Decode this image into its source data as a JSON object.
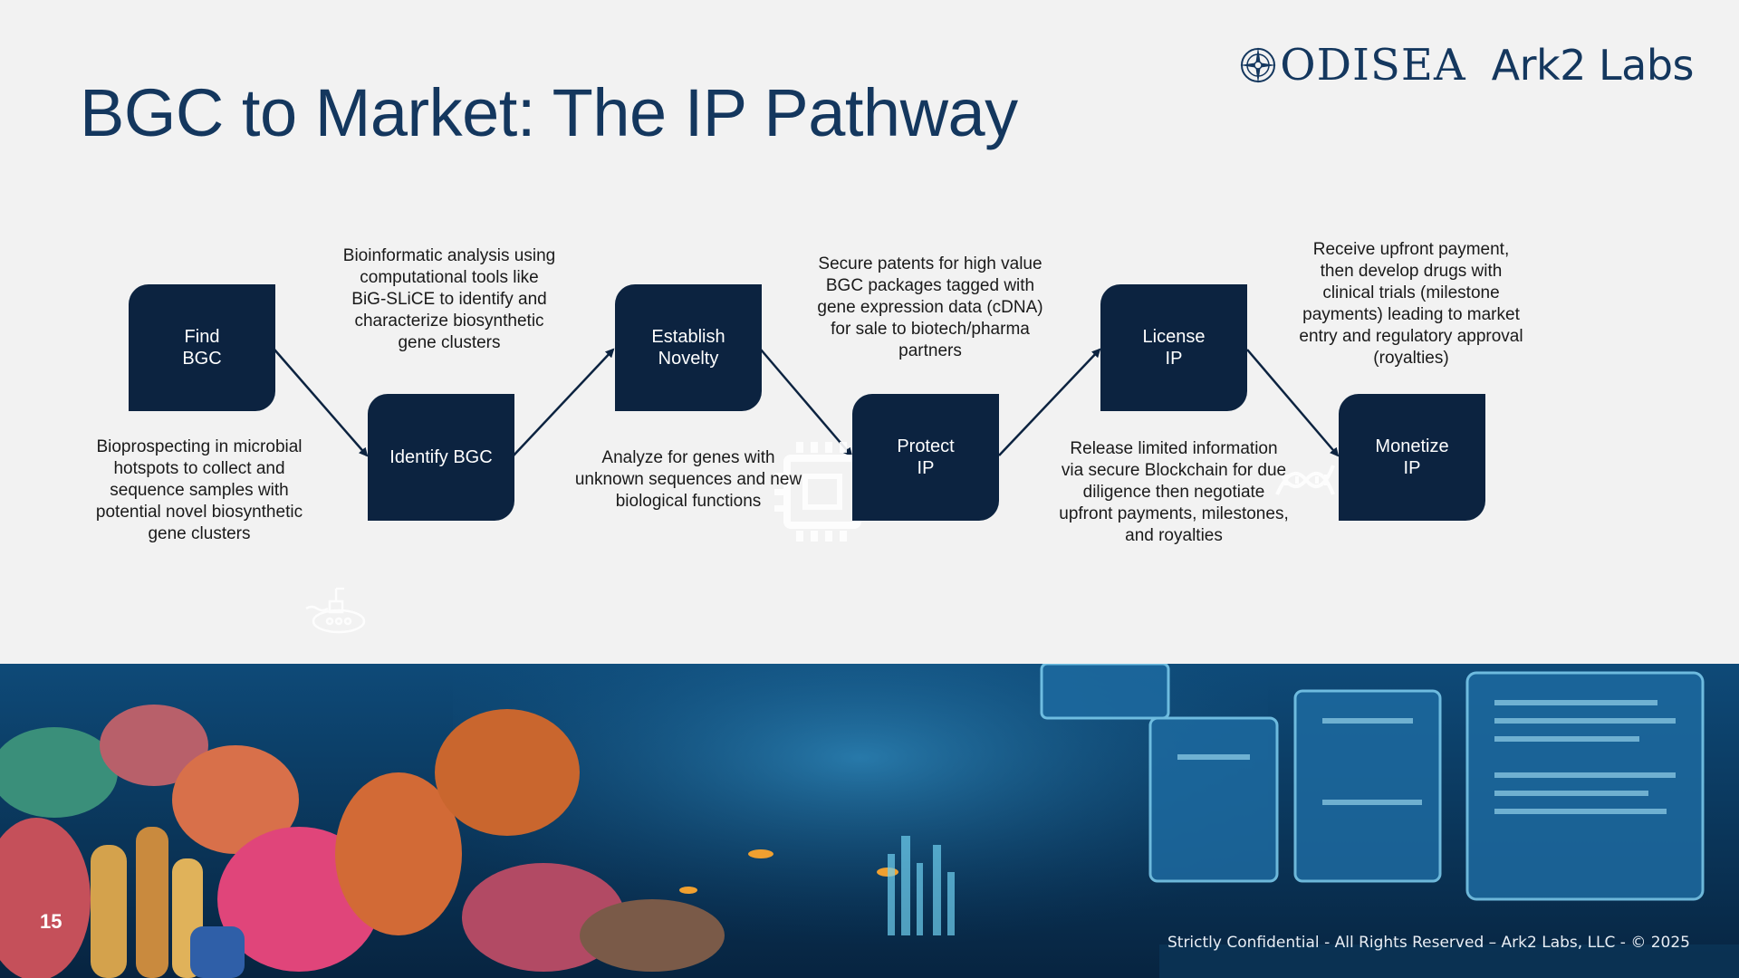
{
  "title": "BGC to Market: The IP Pathway",
  "logos": {
    "left": "ODISEA",
    "right": "Ark2 Labs"
  },
  "steps": [
    {
      "label": "Find\nBGC",
      "desc": "Bioprospecting in microbial\nhotspots to collect and\nsequence samples with\npotential novel biosynthetic\ngene clusters"
    },
    {
      "label": "Identify BGC",
      "desc": "Bioinformatic analysis using\ncomputational tools like\nBiG-SLiCE to identify and\ncharacterize biosynthetic\ngene clusters"
    },
    {
      "label": "Establish\nNovelty",
      "desc": "Analyze for genes with\nunknown sequences and new\nbiological functions"
    },
    {
      "label": "Protect\nIP",
      "desc": "Secure patents for high value\nBGC packages tagged with\ngene expression data (cDNA)\nfor sale to biotech/pharma\npartners"
    },
    {
      "label": "License\nIP",
      "desc": "Release limited information\nvia secure Blockchain for due\ndiligence then negotiate\nupfront payments, milestones,\nand royalties"
    },
    {
      "label": "Monetize\nIP",
      "desc": "Receive upfront payment,\nthen develop drugs with\nclinical trials (milestone\npayments) leading to market\nentry and regulatory approval\n(royalties)"
    }
  ],
  "footer": {
    "page_number": "15",
    "confidential": "Strictly Confidential - All Rights Reserved – Ark2 Labs, LLC -  © 2025"
  },
  "colors": {
    "title": "#14375e",
    "box": "#0c2340",
    "background": "#f2f2f2"
  },
  "icons": [
    "compass-logo-icon",
    "submarine-icon",
    "chip-icon",
    "dna-icon",
    "coral-reef-image"
  ]
}
